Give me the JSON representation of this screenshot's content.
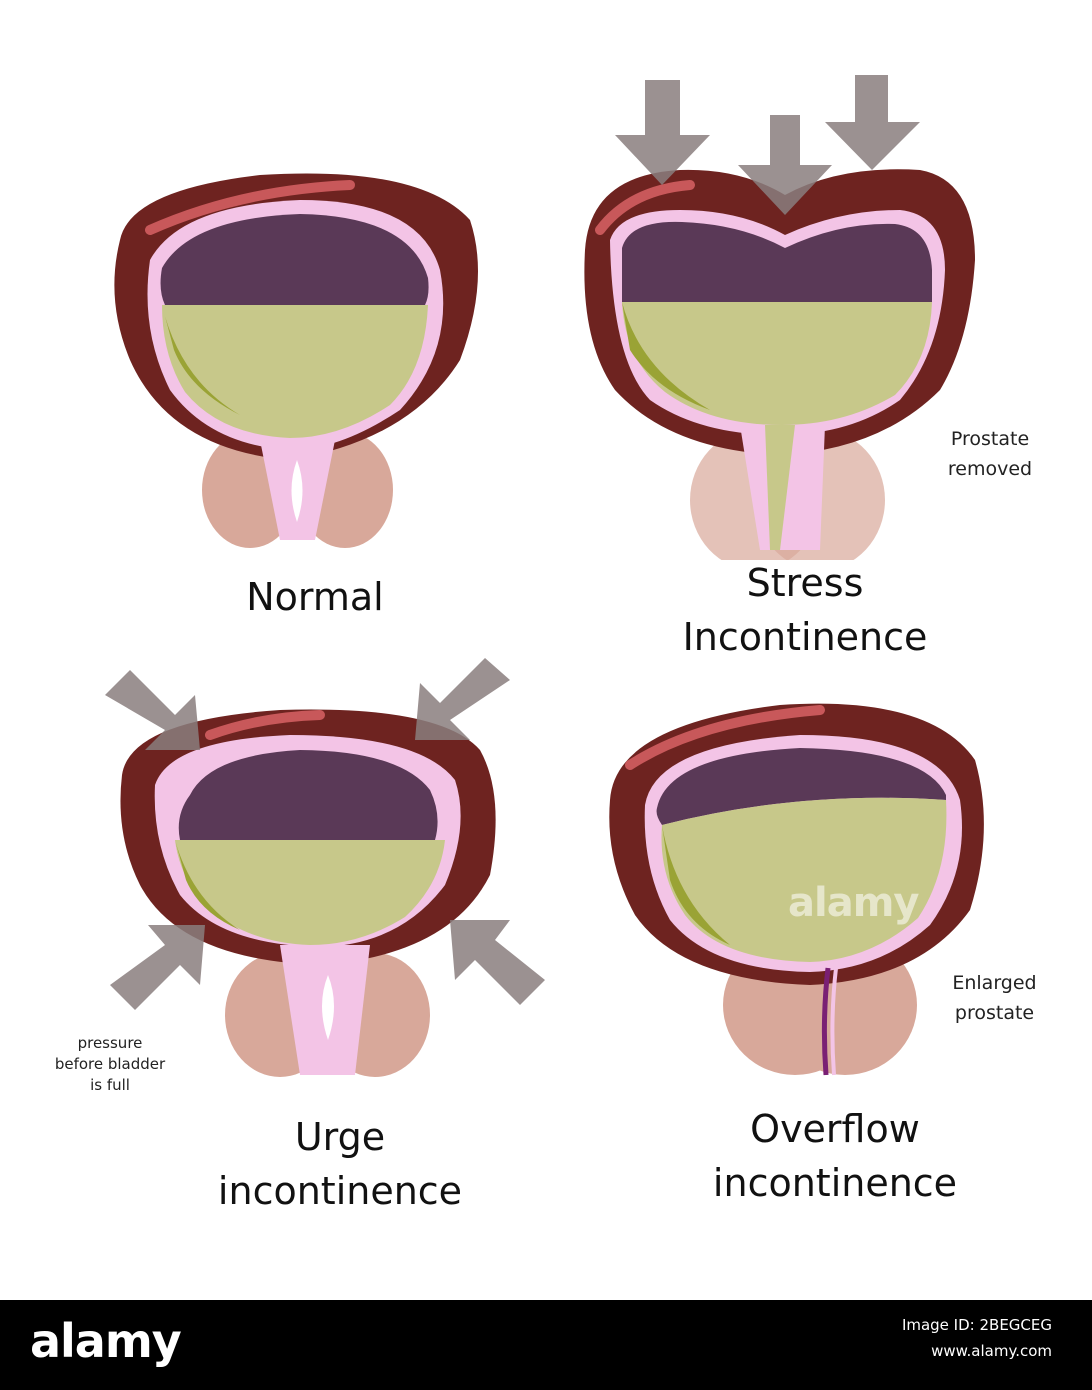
{
  "panels": [
    {
      "id": "normal",
      "caption_lines": [
        "Normal"
      ]
    },
    {
      "id": "stress",
      "caption_lines": [
        "Stress",
        "Incontinence"
      ],
      "note_lines": [
        "Prostate",
        "removed"
      ]
    },
    {
      "id": "urge",
      "caption_lines": [
        "Urge",
        "incontinence"
      ],
      "note_lines": [
        "pressure",
        "before bladder",
        "is full"
      ]
    },
    {
      "id": "overflow",
      "caption_lines": [
        "Overflow",
        "incontinence"
      ],
      "note_lines": [
        "Enlarged",
        "prostate"
      ]
    }
  ],
  "colors": {
    "wall": "#6e2320",
    "wall_highlight": "#c8585a",
    "lining": "#f3c4e6",
    "air": "#5a3957",
    "urine": "#c7c88a",
    "urine_dark": "#9aa335",
    "prostate": "#d8a89a",
    "arrow": "#8a7e7e"
  },
  "watermark": "alamy",
  "footer": {
    "brand": "alamy",
    "image_id": "Image ID: 2BEGCEG",
    "site": "www.alamy.com"
  }
}
